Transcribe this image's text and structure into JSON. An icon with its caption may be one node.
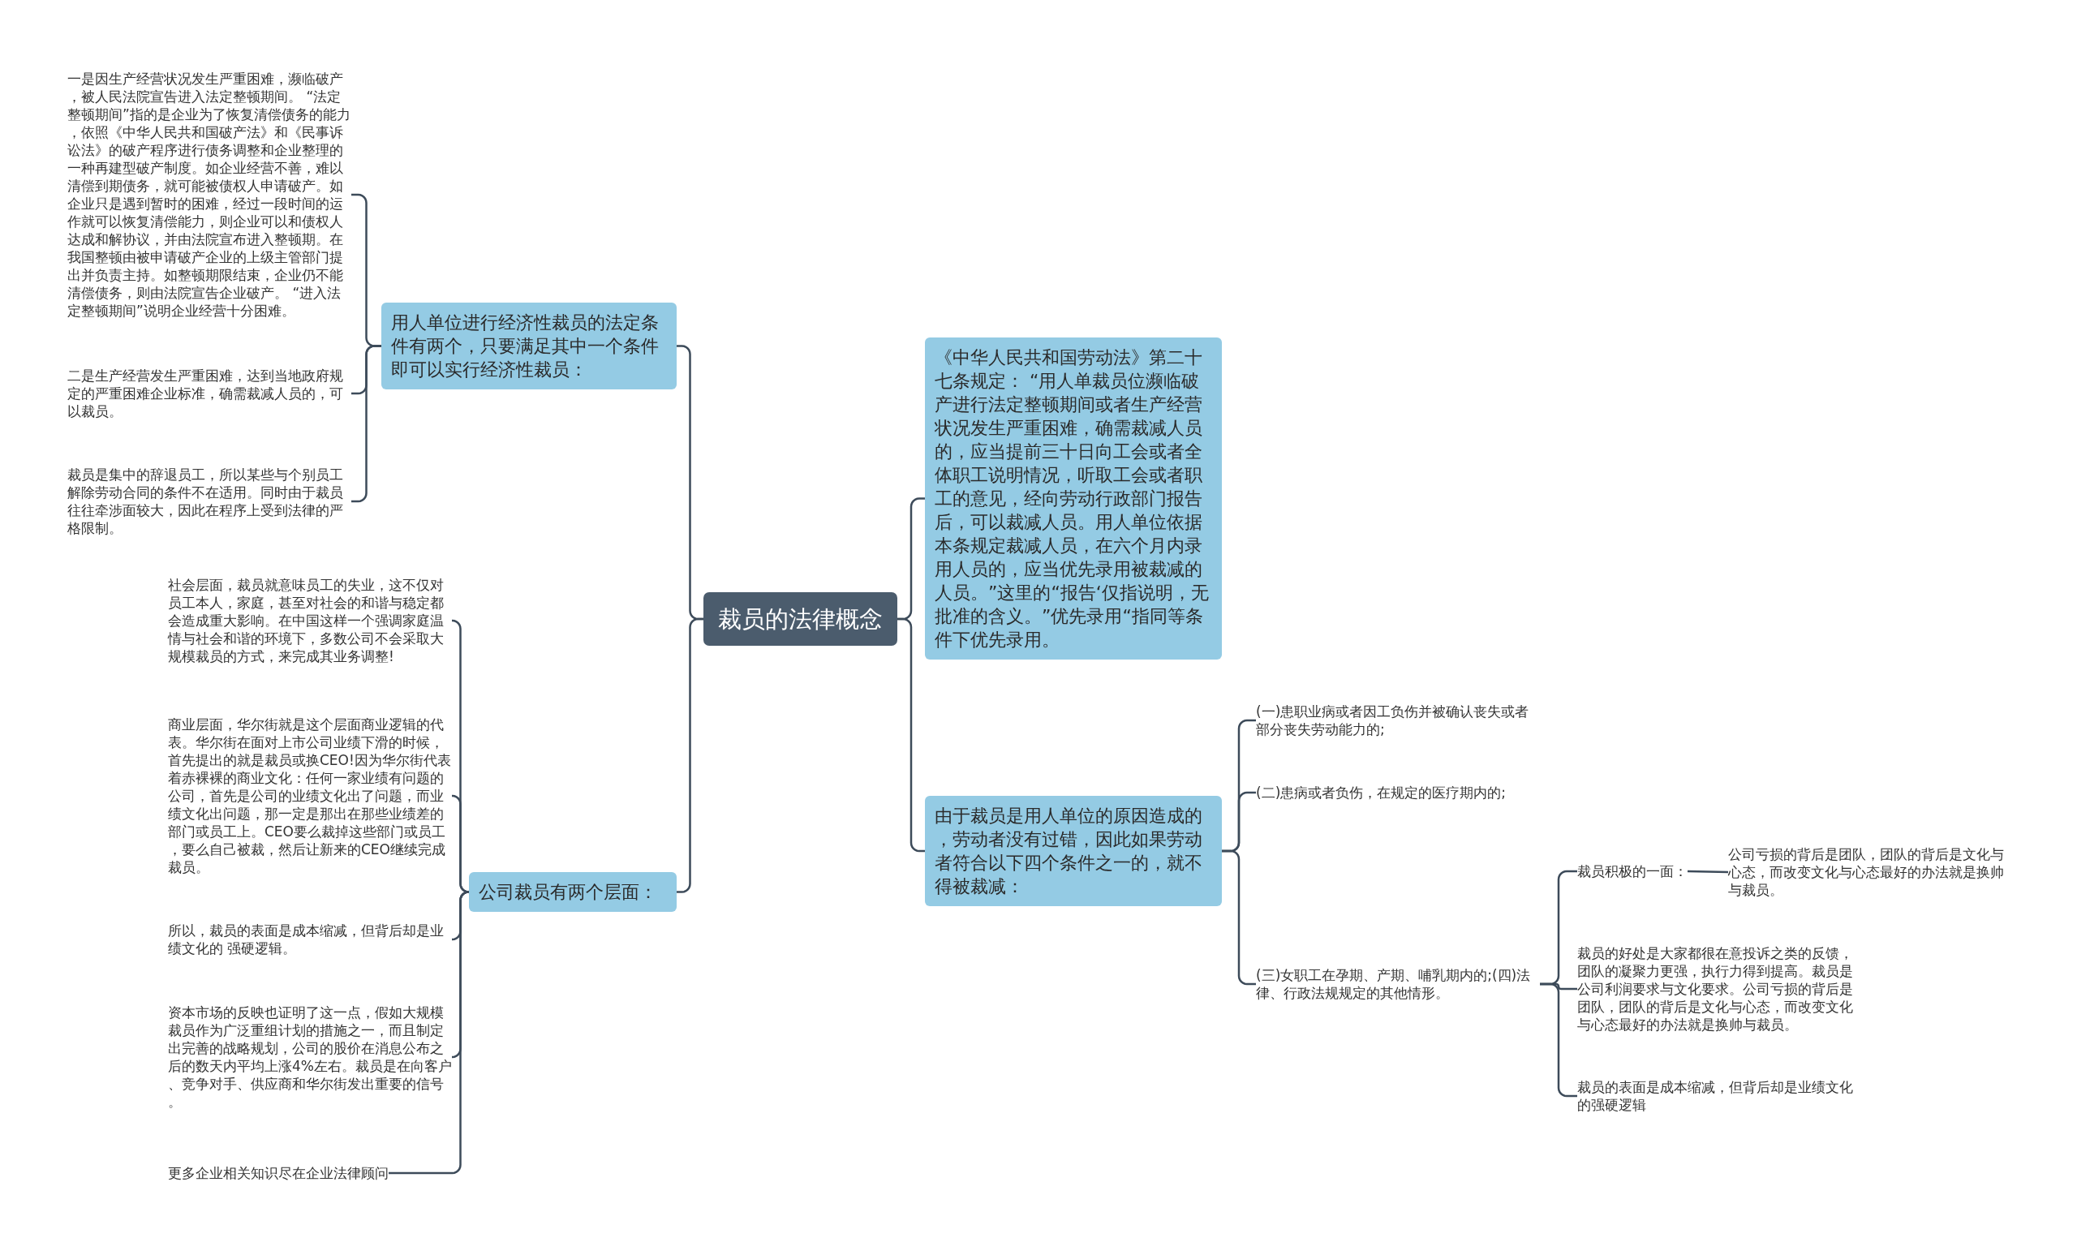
{
  "diagram": {
    "nodes": [
      {
        "text": [
          "裁员的法律概念"
        ]
      },
      {
        "text": [
          "用人单位进行经济性裁员的法定条件有两个，只要满足其中一个条件即可以实行经济性裁员："
        ]
      },
      {
        "text": [
          "一是因生产经营状况发生严重困难，濒临破产，被人民法院宣告进入法定整顿期间。 “法定整顿期间”指的是企业为了恢复清偿债务的能力，依照《中华人民共和国破产法》和《民事诉讼法》的破产程序进行债务调整和企业整理的一种再建型破产制度。如企业经营不善，难以清偿到期债务，就可能被债权人申请破产。如企业只是遇到暂时的困难，经过一段时间的运作就可以恢复清偿能力，则企业可以和债权人达成和解协议，并由法院宣布进入整顿期。在我国整顿由被申请破产企业的上级主管部门提出并负责主持。如整顿期限结束，企业仍不能清偿债务，则由法院宣告企业破产。 “进入法定整顿期间”说明企业经营十分困难。"
        ]
      },
      {
        "text": [
          "二是生产经营发生严重困难，达到当地政府规定的严重困难企业标准，确需裁减人员的，可以裁员。"
        ]
      },
      {
        "text": [
          "裁员是集中的辞退员工，所以某些与个别员工解除劳动合同的条件不在适用。同时由于裁员往往牵涉面较大，因此在程序上受到法律的严格限制。"
        ]
      },
      {
        "text": [
          "公司裁员有两个层面："
        ]
      },
      {
        "text": [
          "社会层面，裁员就意味员工的失业，这不仅对员工本人，家庭，甚至对社会的和谐与稳定都会造成重大影响。在中国这样一个强调家庭温情与社会和谐的环境下，多数公司不会采取大规模裁员的方式，来完成其业务调整!"
        ]
      },
      {
        "text": [
          "商业层面，华尔街就是这个层面商业逻辑的代表。华尔街在面对上市公司业绩下滑的时候，首先提出的就是裁员或换CEO!因为华尔街代表着赤裸裸的商业文化：任何一家业绩有问题的公司，首先是公司的业绩文化出了问题，而业绩文化出问题，那一定是那出在那些业绩差的部门或员工上。CEO要么裁掉这些部门或员工，要么自己被裁，然后让新来的CEO继续完成裁员。"
        ]
      },
      {
        "text": [
          "所以，裁员的表面是成本缩减，但背后却是业绩文化的 强硬逻辑。"
        ]
      },
      {
        "text": [
          "资本市场的反映也证明了这一点，假如大规模裁员作为广泛重组计划的措施之一，而且制定出完善的战略规划，公司的股价在消息公布之后的数天内平均上涨4%左右。裁员是在向客户、竞争对手、供应商和华尔街发出重要的信号。"
        ]
      },
      {
        "text": [
          "更多企业相关知识尽在企业法律顾问"
        ]
      },
      {
        "text": [
          "《中华人民共和国劳动法》第二十七条规定： “用人单裁员位濒临破产进行法定整顿期间或者生产经营状况发生严重困难，确需裁减人员的，应当提前三十日向工会或者全体职工说明情况，听取工会或者职工的意见，经向劳动行政部门报告后，可以裁减人员。用人单位依据本条规定裁减人员，在六个月内录用人员的，应当优先录用被裁减的人员。”这里的“报告‘仅指说明，无批准的含义。”优先录用“指同等条件下优先录用。"
        ]
      },
      {
        "text": [
          "由于裁员是用人单位的原因造成的，劳动者没有过错，因此如果劳动者符合以下四个条件之一的，就不得被裁减："
        ]
      },
      {
        "text": [
          "(一)患职业病或者因工负伤并被确认丧失或者部分丧失劳动能力的;"
        ]
      },
      {
        "text": [
          "(二)患病或者负伤，在规定的医疗期内的;"
        ]
      },
      {
        "text": [
          "(三)女职工在孕期、产期、哺乳期内的;(四)法律、行政法规规定的其他情形。"
        ]
      },
      {
        "text": [
          "裁员积极的一面："
        ]
      },
      {
        "text": [
          "公司亏损的背后是团队，团队的背后是文化与心态，而改变文化与心态最好的办法就是换帅与裁员。"
        ]
      },
      {
        "text": [
          "裁员的好处是大家都很在意投诉之类的反馈，团队的凝聚力更强，执行力得到提高。裁员是公司利润要求与文化要求。公司亏损的背后是团队，团队的背后是文化与心态，而改变文化与心态最好的办法就是换帅与裁员。"
        ]
      },
      {
        "text": [
          "裁员的表面是成本缩减，但背后却是业绩文化的强硬逻辑"
        ]
      }
    ],
    "edges": [
      {
        "from": 0,
        "to": 1,
        "arrow": "none"
      },
      {
        "from": 1,
        "to": 2,
        "arrow": "none"
      },
      {
        "from": 1,
        "to": 3,
        "arrow": "none"
      },
      {
        "from": 1,
        "to": 4,
        "arrow": "none"
      },
      {
        "from": 0,
        "to": 5,
        "arrow": "none"
      },
      {
        "from": 5,
        "to": 6,
        "arrow": "none"
      },
      {
        "from": 5,
        "to": 7,
        "arrow": "none"
      },
      {
        "from": 5,
        "to": 8,
        "arrow": "none"
      },
      {
        "from": 5,
        "to": 9,
        "arrow": "none"
      },
      {
        "from": 5,
        "to": 10,
        "arrow": "none"
      },
      {
        "from": 0,
        "to": 11,
        "arrow": "none"
      },
      {
        "from": 0,
        "to": 12,
        "arrow": "none"
      },
      {
        "from": 12,
        "to": 13,
        "arrow": "none"
      },
      {
        "from": 12,
        "to": 14,
        "arrow": "none"
      },
      {
        "from": 12,
        "to": 15,
        "arrow": "none"
      },
      {
        "from": 15,
        "to": 16,
        "arrow": "none"
      },
      {
        "from": 15,
        "to": 18,
        "arrow": "none"
      },
      {
        "from": 15,
        "to": 19,
        "arrow": "none"
      },
      {
        "from": 16,
        "to": 17,
        "arrow": "none"
      }
    ]
  }
}
